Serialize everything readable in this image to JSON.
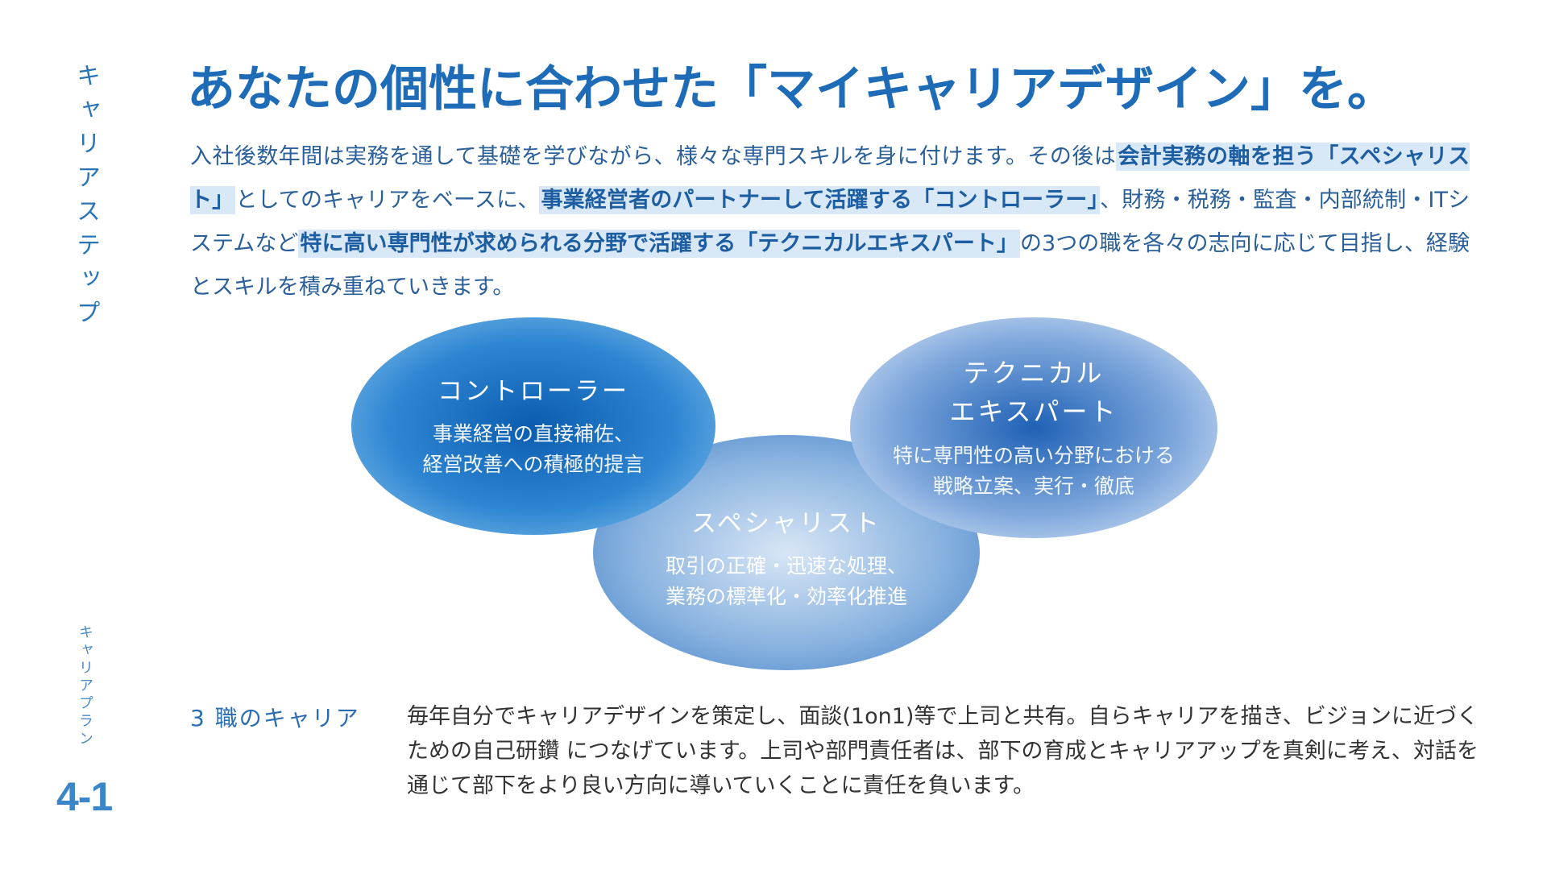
{
  "side": {
    "top_label": "キャリアステップ",
    "bottom_label": "キャリアプラン",
    "page_number": "4-1"
  },
  "headline": "あなたの個性に合わせた「マイキャリアデザイン」を。",
  "intro": {
    "p1": "入社後数年間は実務を通して基礎を学びながら、様々な専門スキルを身に付けます。その後は",
    "h1": "会計実務の軸を担う「スペシャリスト」",
    "p2": "としてのキャリアをベースに、",
    "h2": "事業経営者のパートナーして活躍する「コントローラー」",
    "p3": "、財務・税務・監査・内部統制・ITシステムなど",
    "h3": "特に高い専門性が求められる分野で活躍する「テクニカルエキスパート」",
    "p4": "の3つの職を各々の志向に応じて目指し、経験とスキルを積み重ねていきます。"
  },
  "circles": {
    "controller": {
      "title": "コントローラー",
      "desc1": "事業経営の直接補佐、",
      "desc2": "経営改善への積極的提言"
    },
    "specialist": {
      "title": "スペシャリスト",
      "desc1": "取引の正確・迅速な処理、",
      "desc2": "業務の標準化・効率化推進"
    },
    "expert": {
      "title1": "テクニカル",
      "title2": "エキスパート",
      "desc1": "特に専門性の高い分野における",
      "desc2": "戦略立案、実行・徹底"
    }
  },
  "bottom": {
    "label": "3 職のキャリア",
    "text": "毎年自分でキャリアデザインを策定し、面談(1on1)等で上司と共有。自らキャリアを描き、ビジョンに近づくための自己研鑽 につなげています。上司や部門責任者は、部下の育成とキャリアアップを真剣に考え、対話を通じて部下をより良い方向に導いていくことに責任を負います。"
  },
  "colors": {
    "primary": "#1e6bb8",
    "highlight_bg": "#d8e8f7",
    "body_text": "#333333"
  }
}
